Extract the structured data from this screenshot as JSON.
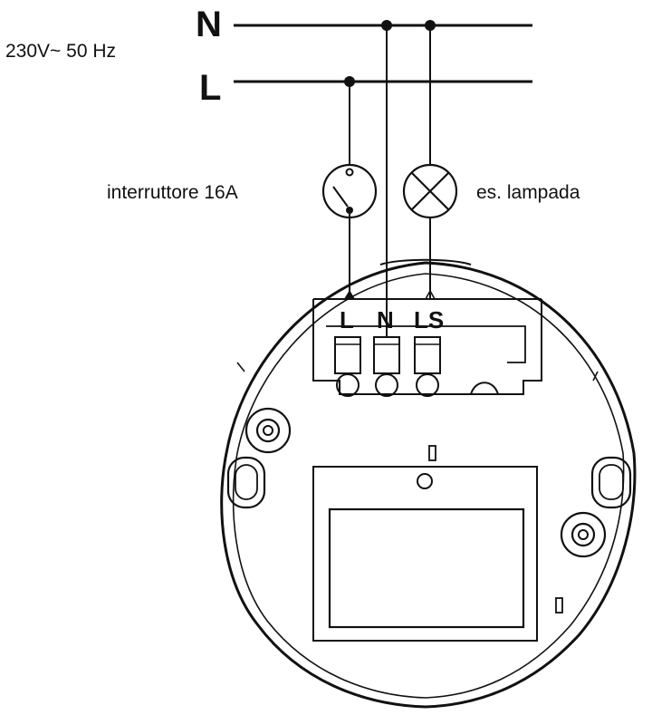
{
  "supply": {
    "voltage_label": "230V~ 50 Hz",
    "neutral_label": "N",
    "line_label": "L"
  },
  "switch": {
    "label": "interruttore 16A",
    "icon": "switch-symbol-icon"
  },
  "lamp": {
    "label": "es. lampada",
    "icon": "lamp-symbol-icon"
  },
  "terminals": [
    {
      "label": "L"
    },
    {
      "label": "N"
    },
    {
      "label": "LS"
    }
  ],
  "device": {
    "icon": "round-sensor-base-icon"
  }
}
